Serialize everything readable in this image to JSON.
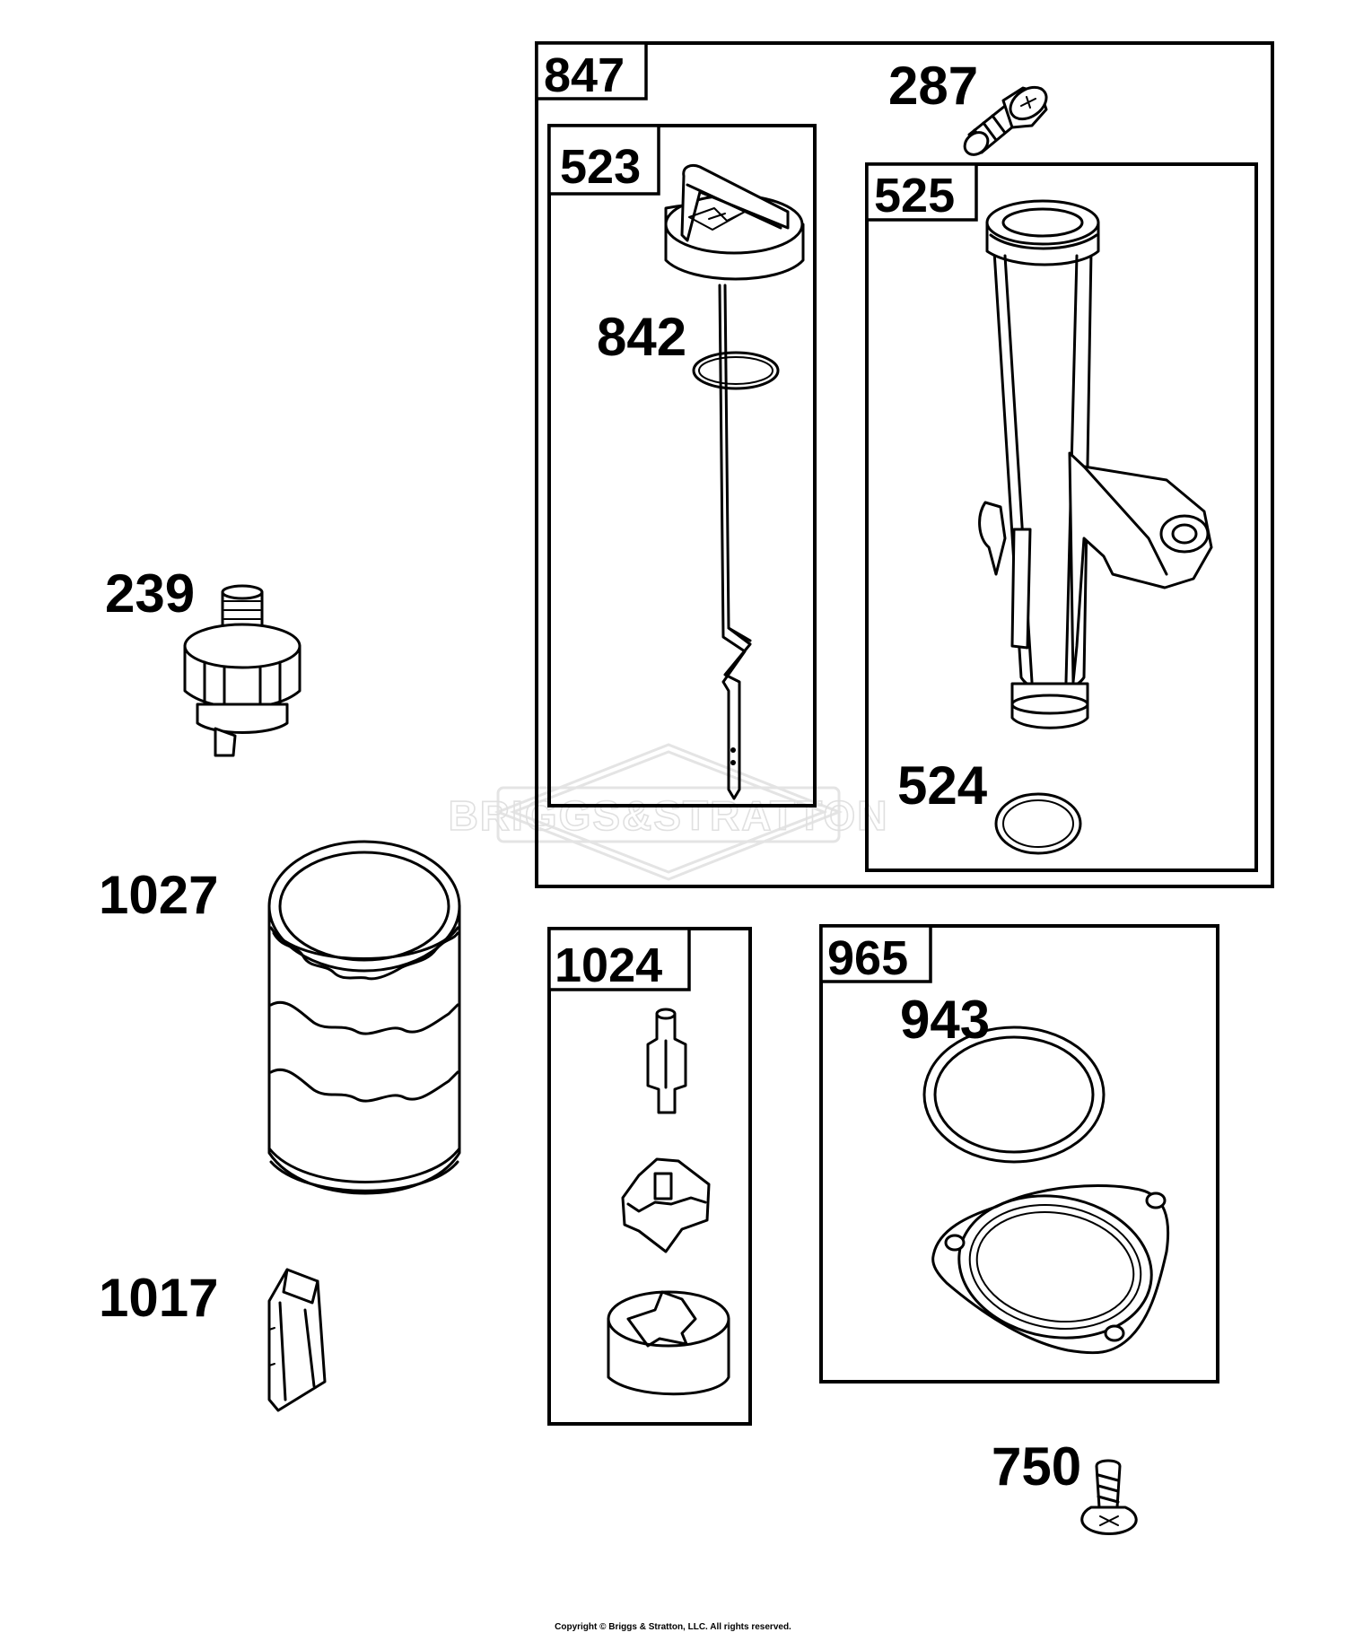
{
  "kits": {
    "k847": "847",
    "k523": "523",
    "k525": "525",
    "k1024": "1024",
    "k965": "965"
  },
  "parts": {
    "p287": "287",
    "p842": "842",
    "p524": "524",
    "p239": "239",
    "p1027": "1027",
    "p1017": "1017",
    "p943": "943",
    "p750": "750"
  },
  "watermark": "BRIGGS&STRATTON",
  "copyright": "Copyright © Briggs & Stratton, LLC. All rights reserved."
}
